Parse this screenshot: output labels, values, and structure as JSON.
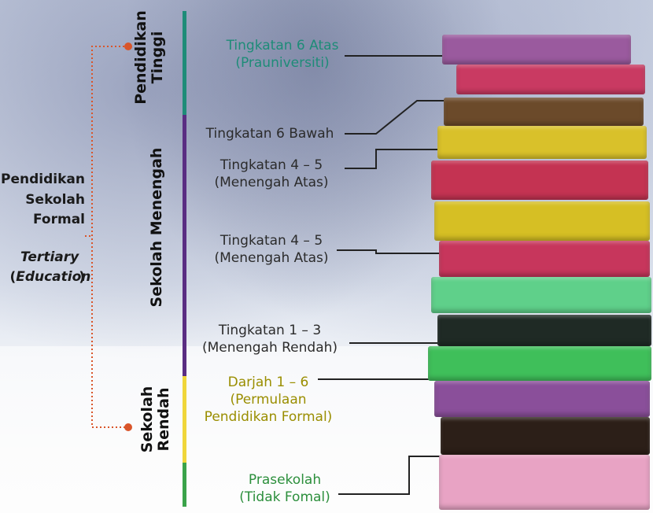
{
  "left_group": {
    "line1": "Pendidikan",
    "line2": "Sekolah",
    "line3": "Formal",
    "paren_open": "(",
    "italic": "Tertiary Education",
    "paren_close": ")"
  },
  "sections": {
    "tinggi": "Pendidikan Tinggi",
    "menengah": "Sekolah Menengah",
    "rendah": "Sekolah Rendah"
  },
  "levels": [
    {
      "line1": "Tingkatan 6 Atas",
      "line2": "(Prauniversiti)"
    },
    {
      "line1": "Tingkatan 6 Bawah",
      "line2": ""
    },
    {
      "line1": "Tingkatan 4 – 5",
      "line2": "(Menengah Atas)"
    },
    {
      "line1": "Tingkatan 4 – 5",
      "line2": "(Menengah Atas)"
    },
    {
      "line1": "Tingkatan 1 – 3",
      "line2": "(Menengah Rendah)"
    },
    {
      "line1": "Darjah 1 – 6",
      "line2": "(Permulaan",
      "line3": "Pendidikan Formal)"
    },
    {
      "line1": "Prasekolah",
      "line2": "(Tidak Fomal)"
    }
  ],
  "colors": {
    "teal": "#1e8c78",
    "purple": "#5a2d82",
    "yellow": "#f0d63a",
    "green": "#3aa34a",
    "connector": "#d9552a"
  },
  "books": [
    {
      "color": "#9a5a9e"
    },
    {
      "color": "#c93a62"
    },
    {
      "color": "#6b4a2a"
    },
    {
      "color": "#d9c12a"
    },
    {
      "color": "#c43352"
    },
    {
      "color": "#d6bf24"
    },
    {
      "color": "#c7365c"
    },
    {
      "color": "#5fd08a"
    },
    {
      "color": "#1f2a25"
    },
    {
      "color": "#3fbf5a"
    },
    {
      "color": "#8a4f9a"
    },
    {
      "color": "#2c1f18"
    },
    {
      "color": "#e8a3c4"
    }
  ]
}
